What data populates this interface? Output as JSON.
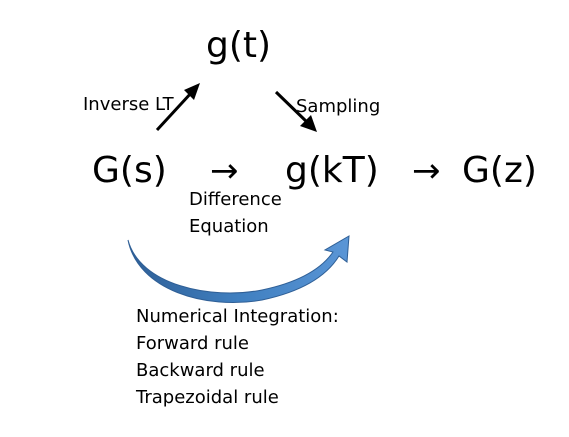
{
  "nodes": {
    "g_t": "g(t)",
    "G_s": "G(s)",
    "g_kT": "g(kT)",
    "G_z": "G(z)"
  },
  "arrows": {
    "s_to_kT": "→",
    "kT_to_z": "→"
  },
  "labels": {
    "inverse_lt": "Inverse LT",
    "sampling": "Sampling",
    "difference_line1": "Difference",
    "difference_line2": "Equation"
  },
  "numerical": {
    "title": "Numerical Integration:",
    "items": [
      "Forward rule",
      "Backward rule",
      "Trapezoidal rule"
    ]
  },
  "colors": {
    "curved_arrow": "#3f7fc0",
    "curved_arrow_dark": "#2f5f96"
  }
}
